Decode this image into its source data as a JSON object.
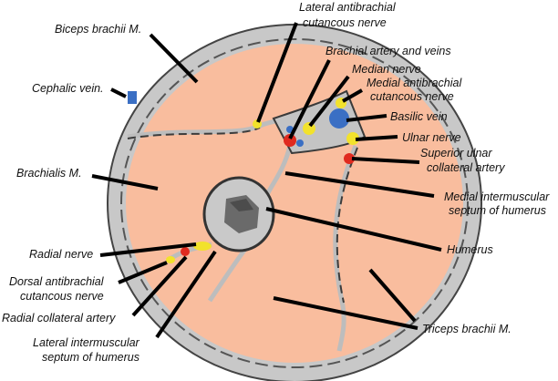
{
  "figure": {
    "title": "Cross-section of the upper arm",
    "labels": {
      "biceps": "Biceps brachii M.",
      "cephalic_vein": "Cephalic vein.",
      "brachialis": "Brachialis M.",
      "lat_antibrachial_1": "Lateral antibrachial",
      "lat_antibrachial_2": "cutancous nerve",
      "brachial_artery": "Brachial artery and veins",
      "median_nerve": "Median nerve",
      "med_antibrachial_1": "Medial antibrachial",
      "med_antibrachial_2": "cutancous nerve",
      "basilic_vein": "Basilic vein",
      "ulnar_nerve": "Ulnar nerve",
      "sup_ulnar_1": "Superior ulnar",
      "sup_ulnar_2": "collateral artery",
      "med_septum_1": "Medial intermuscular",
      "med_septum_2": "septum of humerus",
      "humerus": "Humerus",
      "radial_nerve": "Radial nerve",
      "dorsal_antibrachial_1": "Dorsal antibrachial",
      "dorsal_antibrachial_2": "cutancous nerve",
      "radial_collateral": "Radial  collateral artery",
      "lat_septum_1": "Lateral intermuscular",
      "lat_septum_2": "septum of humerus",
      "triceps": "Triceps brachii M."
    },
    "colors": {
      "muscle": "#f9bd9e",
      "skin": "#c8c8c8",
      "dark": "#3a3a3a",
      "nerve": "#f2e22c",
      "artery": "#e02a1f",
      "vein": "#3a6fc4",
      "bone": "#c9c9c9",
      "marrow": "#6a6a6a"
    }
  }
}
